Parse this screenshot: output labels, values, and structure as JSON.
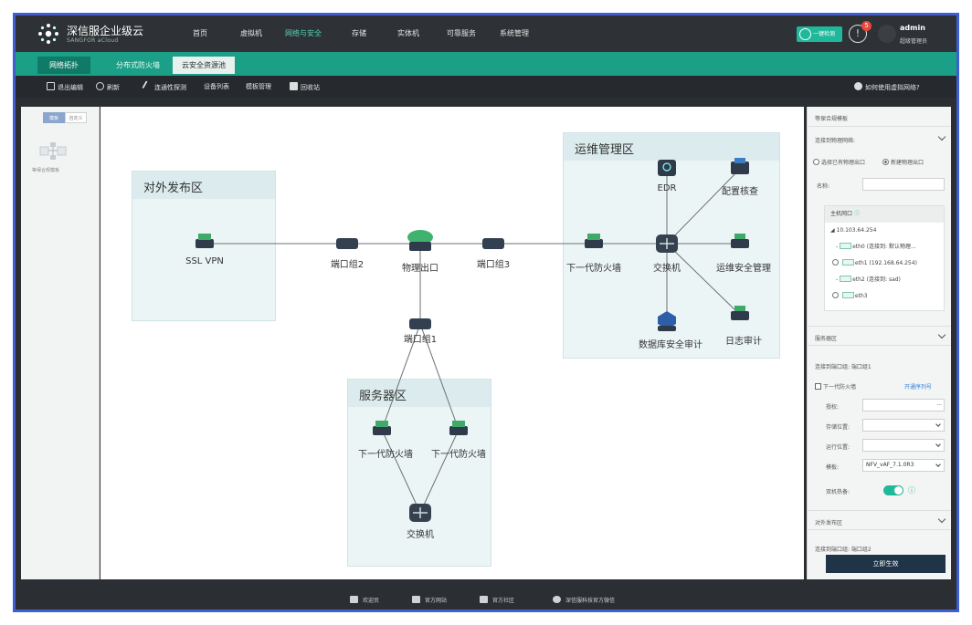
{
  "brand": {
    "name": "深信服企业级云",
    "sub": "SANGFOR aCloud"
  },
  "nav": {
    "items": [
      {
        "label": "首页",
        "active": false
      },
      {
        "label": "虚拟机",
        "active": false
      },
      {
        "label": "网络与安全",
        "active": true
      },
      {
        "label": "存储",
        "active": false
      },
      {
        "label": "实体机",
        "active": false
      },
      {
        "label": "可靠服务",
        "active": false
      },
      {
        "label": "系统管理",
        "active": false
      }
    ],
    "oneclick_label": "一键检测",
    "alert_count": "5",
    "user": {
      "name": "admin",
      "role": "超级管理员"
    }
  },
  "tabs": [
    {
      "label": "网络拓扑"
    },
    {
      "label": "分布式防火墙"
    },
    {
      "label": "云安全资源池"
    }
  ],
  "toolbar": {
    "exit_edit": "退出编辑",
    "refresh": "刷新",
    "connectivity": "连通性探测",
    "device_list": "设备列表",
    "template_mgmt": "模板管理",
    "recycle": "回收站",
    "help": "如何使用虚拟网络?"
  },
  "left_panel": {
    "tab_template": "模板",
    "tab_custom": "自定义",
    "template_label": "等保合规模板"
  },
  "zones": {
    "external": "对外发布区",
    "ops": "运维管理区",
    "server": "服务器区"
  },
  "nodes": {
    "ssl_vpn": "SSL VPN",
    "port_group2": "端口组2",
    "physical_exit": "物理出口",
    "port_group3": "端口组3",
    "ngfw_ops": "下一代防火墙",
    "switch_ops": "交换机",
    "edr": "EDR",
    "config_check": "配置核查",
    "ops_security": "运维安全管理",
    "log_audit": "日志审计",
    "db_audit": "数据库安全审计",
    "port_group1": "端口组1",
    "ngfw_srv1": "下一代防火墙",
    "ngfw_srv2": "下一代防火墙",
    "switch_srv": "交换机"
  },
  "right_panel": {
    "title": "等保合规模板",
    "connect_phys_label": "连接到物理网络:",
    "opt_existing": "选择已有物理出口",
    "opt_new": "新建物理出口",
    "name_label": "名称:",
    "host_port_label": "主机网口",
    "host_ip": "10.103.64.254",
    "ports": [
      {
        "name": "eth0",
        "desc": "(连接到: 默认物理..."
      },
      {
        "name": "eth1",
        "desc": "(192.168.64.254)"
      },
      {
        "name": "eth2",
        "desc": "(连接到: sad)"
      },
      {
        "name": "eth3",
        "desc": ""
      }
    ],
    "server_zone": "服务器区",
    "connect_pg_label": "连接到端口组: 端口组1",
    "ngfw_check": "下一代防火墙",
    "enable_serial": "开通序列号",
    "auth_label": "授权:",
    "storage_label": "存储位置:",
    "run_label": "运行位置:",
    "image_label": "模板:",
    "image_value": "NFV_vAF_7.1.0R3",
    "ha_label": "双机热备:",
    "external_zone": "对外发布区",
    "connect_pg2_label": "连接到端口组: 端口组2",
    "apply_btn": "立即生效"
  },
  "footer": {
    "welcome": "欢迎页",
    "official_site": "官方网站",
    "community": "官方社区",
    "wechat": "深信服科技官方微信"
  },
  "colors": {
    "accent": "#1fb89a",
    "tabbar": "#1b9f86",
    "frame": "#3d5fd3",
    "apply": "#1f3447"
  }
}
